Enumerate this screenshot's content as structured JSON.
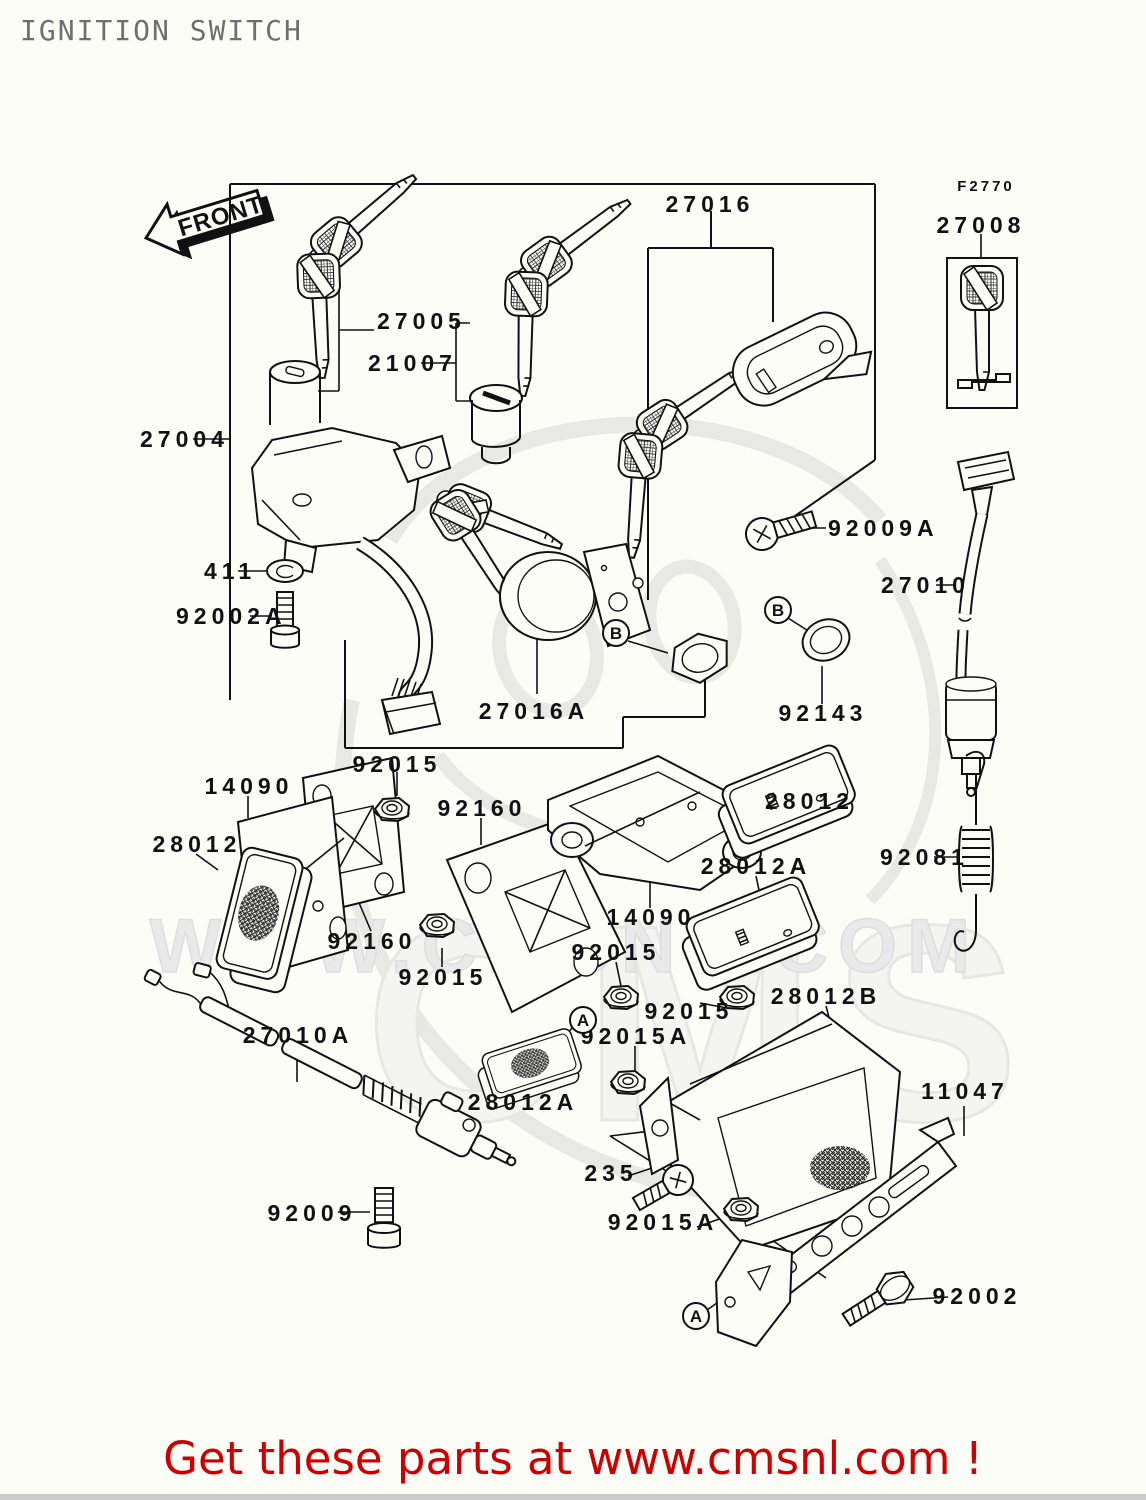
{
  "page": {
    "title": "IGNITION SWITCH",
    "footer": "Get these parts at www.cmsnl.com !",
    "front_label": "FRONT",
    "watermark_text": "WWW.CMSNL.COM",
    "watermark_logo": "CMS",
    "colors": {
      "footer_red": "#cc0000",
      "title_gray": "#6f6f6f",
      "diagram_black": "#111111",
      "watermark_gray": "#e9e9e9",
      "bottom_strip_gray": "#cccccc"
    }
  },
  "diagram": {
    "labels": [
      {
        "text": "27016"
      },
      {
        "text": "F2770"
      },
      {
        "text": "27008"
      },
      {
        "text": "27005"
      },
      {
        "text": "21007"
      },
      {
        "text": "27004"
      },
      {
        "text": "411"
      },
      {
        "text": "92002A"
      },
      {
        "text": "92009A"
      },
      {
        "text": "27010"
      },
      {
        "text": "92143"
      },
      {
        "text": "27016A"
      },
      {
        "text": "92015"
      },
      {
        "text": "14090"
      },
      {
        "text": "28012"
      },
      {
        "text": "92160"
      },
      {
        "text": "28012"
      },
      {
        "text": "28012A"
      },
      {
        "text": "92081"
      },
      {
        "text": "92160"
      },
      {
        "text": "14090"
      },
      {
        "text": "92015"
      },
      {
        "text": "92015"
      },
      {
        "text": "92015"
      },
      {
        "text": "28012B"
      },
      {
        "text": "92015A"
      },
      {
        "text": "27010A"
      },
      {
        "text": "28012A"
      },
      {
        "text": "11047"
      },
      {
        "text": "235"
      },
      {
        "text": "92009"
      },
      {
        "text": "92015A"
      },
      {
        "text": "92002"
      }
    ],
    "ref_marks": [
      {
        "letter": "A"
      },
      {
        "letter": "A"
      },
      {
        "letter": "B"
      },
      {
        "letter": "B"
      }
    ]
  }
}
